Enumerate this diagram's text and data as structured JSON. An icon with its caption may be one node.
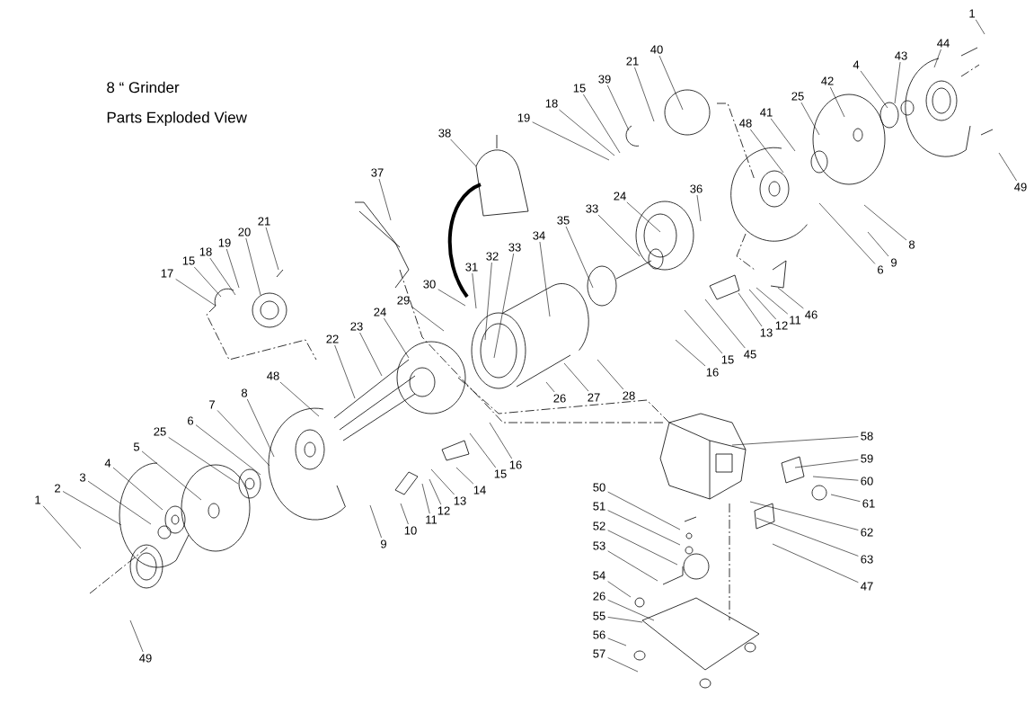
{
  "diagram": {
    "title": "8  “ Grinder",
    "nodes": [
      {
        "text": [
          "1"
        ]
      },
      {
        "text": [
          "44"
        ]
      },
      {
        "text": [
          "43"
        ]
      },
      {
        "text": [
          "4"
        ]
      },
      {
        "text": [
          "42"
        ]
      },
      {
        "text": [
          "25"
        ]
      },
      {
        "text": [
          "41"
        ]
      },
      {
        "text": [
          "48"
        ]
      },
      {
        "text": [
          "40"
        ]
      },
      {
        "text": [
          "21"
        ]
      },
      {
        "text": [
          "39"
        ]
      },
      {
        "text": [
          "15"
        ]
      },
      {
        "text": [
          "18"
        ]
      },
      {
        "text": [
          "19"
        ]
      },
      {
        "text": [
          "49"
        ]
      },
      {
        "text": [
          "8"
        ]
      },
      {
        "text": [
          "9"
        ]
      },
      {
        "text": [
          "6"
        ]
      },
      {
        "text": [
          "36"
        ]
      },
      {
        "text": [
          "24"
        ]
      },
      {
        "text": [
          "33"
        ]
      },
      {
        "text": [
          "35"
        ]
      },
      {
        "text": [
          "34"
        ]
      },
      {
        "text": [
          "46"
        ]
      },
      {
        "text": [
          "11"
        ]
      },
      {
        "text": [
          "12"
        ]
      },
      {
        "text": [
          "13"
        ]
      },
      {
        "text": [
          "45"
        ]
      },
      {
        "text": [
          "15"
        ]
      },
      {
        "text": [
          "16"
        ]
      },
      {
        "text": [
          "38"
        ]
      },
      {
        "text": [
          "37"
        ]
      },
      {
        "text": [
          "31"
        ]
      },
      {
        "text": [
          "32"
        ]
      },
      {
        "text": [
          "33"
        ]
      },
      {
        "text": [
          "30"
        ]
      },
      {
        "text": [
          "29"
        ]
      },
      {
        "text": [
          "24"
        ]
      },
      {
        "text": [
          "23"
        ]
      },
      {
        "text": [
          "22"
        ]
      },
      {
        "text": [
          "26"
        ]
      },
      {
        "text": [
          "27"
        ]
      },
      {
        "text": [
          "28"
        ]
      },
      {
        "text": [
          "17"
        ]
      },
      {
        "text": [
          "15"
        ]
      },
      {
        "text": [
          "18"
        ]
      },
      {
        "text": [
          "19"
        ]
      },
      {
        "text": [
          "20"
        ]
      },
      {
        "text": [
          "21"
        ]
      },
      {
        "text": [
          "48"
        ]
      },
      {
        "text": [
          "8"
        ]
      },
      {
        "text": [
          "7"
        ]
      },
      {
        "text": [
          "6"
        ]
      },
      {
        "text": [
          "25"
        ]
      },
      {
        "text": [
          "5"
        ]
      },
      {
        "text": [
          "4"
        ]
      },
      {
        "text": [
          "3"
        ]
      },
      {
        "text": [
          "2"
        ]
      },
      {
        "text": [
          "1"
        ]
      },
      {
        "text": [
          "49"
        ]
      },
      {
        "text": [
          "9"
        ]
      },
      {
        "text": [
          "10"
        ]
      },
      {
        "text": [
          "11"
        ]
      },
      {
        "text": [
          "12"
        ]
      },
      {
        "text": [
          "13"
        ]
      },
      {
        "text": [
          "14"
        ]
      },
      {
        "text": [
          "15"
        ]
      },
      {
        "text": [
          "16"
        ]
      },
      {
        "text": [
          "58"
        ]
      },
      {
        "text": [
          "59"
        ]
      },
      {
        "text": [
          "60"
        ]
      },
      {
        "text": [
          "61"
        ]
      },
      {
        "text": [
          "62"
        ]
      },
      {
        "text": [
          "63"
        ]
      },
      {
        "text": [
          "47"
        ]
      },
      {
        "text": [
          "50"
        ]
      },
      {
        "text": [
          "51"
        ]
      },
      {
        "text": [
          "52"
        ]
      },
      {
        "text": [
          "53"
        ]
      },
      {
        "text": [
          "54"
        ]
      },
      {
        "text": [
          "26"
        ]
      },
      {
        "text": [
          "55"
        ]
      },
      {
        "text": [
          "56"
        ]
      },
      {
        "text": [
          "57"
        ]
      }
    ],
    "edges": [
      {
        "from": 0,
        "to": null,
        "arrow": "none"
      },
      {
        "from": 1,
        "to": null,
        "arrow": "none"
      },
      {
        "from": 2,
        "to": null,
        "arrow": "none"
      },
      {
        "from": 3,
        "to": null,
        "arrow": "none"
      },
      {
        "from": 4,
        "to": null,
        "arrow": "none"
      },
      {
        "from": 5,
        "to": null,
        "arrow": "none"
      },
      {
        "from": 6,
        "to": null,
        "arrow": "none"
      },
      {
        "from": 7,
        "to": null,
        "arrow": "none"
      },
      {
        "from": 8,
        "to": null,
        "arrow": "none"
      },
      {
        "from": 9,
        "to": null,
        "arrow": "none"
      },
      {
        "from": 10,
        "to": null,
        "arrow": "none"
      },
      {
        "from": 11,
        "to": null,
        "arrow": "none"
      },
      {
        "from": 12,
        "to": null,
        "arrow": "none"
      },
      {
        "from": 13,
        "to": null,
        "arrow": "none"
      },
      {
        "from": 14,
        "to": null,
        "arrow": "none"
      },
      {
        "from": 15,
        "to": null,
        "arrow": "none"
      },
      {
        "from": 16,
        "to": null,
        "arrow": "none"
      },
      {
        "from": 17,
        "to": null,
        "arrow": "none"
      },
      {
        "from": 18,
        "to": null,
        "arrow": "none"
      },
      {
        "from": 19,
        "to": null,
        "arrow": "none"
      },
      {
        "from": 20,
        "to": null,
        "arrow": "none"
      },
      {
        "from": 21,
        "to": null,
        "arrow": "none"
      },
      {
        "from": 22,
        "to": null,
        "arrow": "none"
      },
      {
        "from": 23,
        "to": null,
        "arrow": "none"
      },
      {
        "from": 24,
        "to": null,
        "arrow": "none"
      },
      {
        "from": 25,
        "to": null,
        "arrow": "none"
      },
      {
        "from": 26,
        "to": null,
        "arrow": "none"
      },
      {
        "from": 27,
        "to": null,
        "arrow": "none"
      },
      {
        "from": 28,
        "to": null,
        "arrow": "none"
      },
      {
        "from": 29,
        "to": null,
        "arrow": "none"
      },
      {
        "from": 30,
        "to": null,
        "arrow": "none"
      },
      {
        "from": 31,
        "to": null,
        "arrow": "none"
      },
      {
        "from": 32,
        "to": null,
        "arrow": "none"
      },
      {
        "from": 33,
        "to": null,
        "arrow": "none"
      },
      {
        "from": 34,
        "to": null,
        "arrow": "none"
      },
      {
        "from": 35,
        "to": null,
        "arrow": "none"
      },
      {
        "from": 36,
        "to": null,
        "arrow": "none"
      },
      {
        "from": 37,
        "to": null,
        "arrow": "none"
      },
      {
        "from": 38,
        "to": null,
        "arrow": "none"
      },
      {
        "from": 39,
        "to": null,
        "arrow": "none"
      },
      {
        "from": 40,
        "to": null,
        "arrow": "none"
      },
      {
        "from": 41,
        "to": null,
        "arrow": "none"
      },
      {
        "from": 42,
        "to": null,
        "arrow": "none"
      },
      {
        "from": 43,
        "to": null,
        "arrow": "none"
      },
      {
        "from": 44,
        "to": null,
        "arrow": "none"
      },
      {
        "from": 45,
        "to": null,
        "arrow": "none"
      },
      {
        "from": 46,
        "to": null,
        "arrow": "none"
      },
      {
        "from": 47,
        "to": null,
        "arrow": "none"
      },
      {
        "from": 48,
        "to": null,
        "arrow": "none"
      },
      {
        "from": 49,
        "to": null,
        "arrow": "none"
      },
      {
        "from": 50,
        "to": null,
        "arrow": "none"
      },
      {
        "from": 51,
        "to": null,
        "arrow": "none"
      },
      {
        "from": 52,
        "to": null,
        "arrow": "none"
      },
      {
        "from": 53,
        "to": null,
        "arrow": "none"
      },
      {
        "from": 54,
        "to": null,
        "arrow": "none"
      },
      {
        "from": 55,
        "to": null,
        "arrow": "none"
      },
      {
        "from": 56,
        "to": null,
        "arrow": "none"
      },
      {
        "from": 57,
        "to": null,
        "arrow": "none"
      },
      {
        "from": 58,
        "to": null,
        "arrow": "none"
      },
      {
        "from": 59,
        "to": null,
        "arrow": "none"
      },
      {
        "from": 60,
        "to": null,
        "arrow": "none"
      },
      {
        "from": 61,
        "to": null,
        "arrow": "none"
      },
      {
        "from": 62,
        "to": null,
        "arrow": "none"
      },
      {
        "from": 63,
        "to": null,
        "arrow": "none"
      },
      {
        "from": 64,
        "to": null,
        "arrow": "none"
      },
      {
        "from": 65,
        "to": null,
        "arrow": "none"
      },
      {
        "from": 66,
        "to": null,
        "arrow": "none"
      },
      {
        "from": 67,
        "to": null,
        "arrow": "none"
      },
      {
        "from": 68,
        "to": null,
        "arrow": "none"
      },
      {
        "from": 69,
        "to": null,
        "arrow": "none"
      },
      {
        "from": 70,
        "to": null,
        "arrow": "none"
      },
      {
        "from": 71,
        "to": null,
        "arrow": "none"
      },
      {
        "from": 72,
        "to": null,
        "arrow": "none"
      },
      {
        "from": 73,
        "to": null,
        "arrow": "none"
      },
      {
        "from": 74,
        "to": null,
        "arrow": "none"
      },
      {
        "from": 75,
        "to": null,
        "arrow": "none"
      },
      {
        "from": 76,
        "to": null,
        "arrow": "none"
      },
      {
        "from": 77,
        "to": null,
        "arrow": "none"
      },
      {
        "from": 78,
        "to": null,
        "arrow": "none"
      },
      {
        "from": 79,
        "to": null,
        "arrow": "none"
      },
      {
        "from": 80,
        "to": null,
        "arrow": "none"
      },
      {
        "from": 81,
        "to": null,
        "arrow": "none"
      },
      {
        "from": 82,
        "to": null,
        "arrow": "none"
      },
      {
        "from": 83,
        "to": null,
        "arrow": "none"
      }
    ],
    "labels": [
      "Parts Exploded View"
    ]
  }
}
